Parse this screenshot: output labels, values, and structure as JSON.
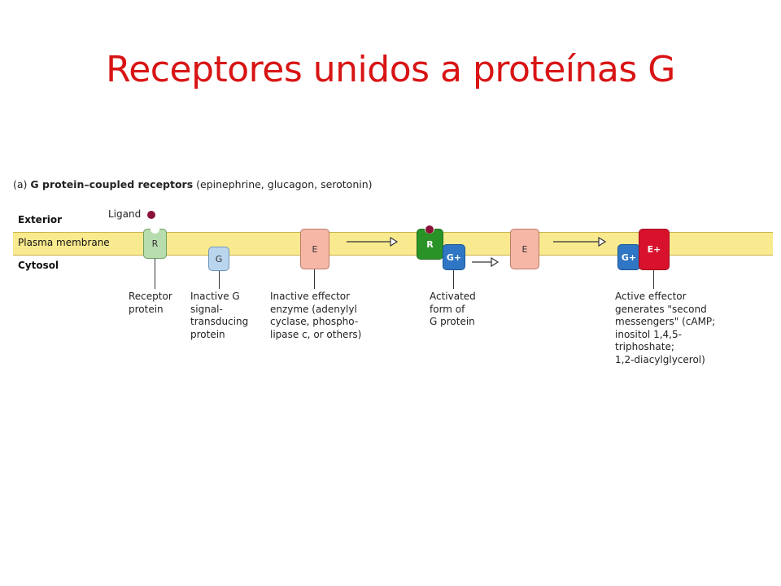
{
  "title": "Receptores unidos a proteínas G",
  "caption": {
    "panel": "(a)",
    "bold": "G protein–coupled receptors",
    "rest": "(epinephrine, glucagon, serotonin)"
  },
  "regions": {
    "exterior": "Exterior",
    "membrane": "Plasma membrane",
    "cytosol": "Cytosol"
  },
  "ligand_label": "Ligand",
  "boxes": {
    "receptor": "R",
    "g_inactive": "G",
    "effector_inactive": "E",
    "receptor_active": "R",
    "g_active": "G+",
    "effector_mid": "E",
    "g_active_2": "G+",
    "effector_active": "E+"
  },
  "labels": {
    "receptor": "Receptor\nprotein",
    "g_inactive": "Inactive G\nsignal-\ntransducing\nprotein",
    "effector_inactive": "Inactive effector\nenzyme (adenylyl\ncyclase, phospho-\nlipase c, or others)",
    "g_active": "Activated\nform of\nG protein",
    "effector_active": "Active effector\ngenerates \"second\nmessengers\" (cAMP;\ninositol 1,4,5-\ntriphoshate;\n1,2-diacylglycerol)"
  },
  "colors": {
    "title": "#d81414",
    "membrane": "#f9ea8f",
    "ligand": "#8a1238",
    "receptor_inactive": "#b7dcae",
    "g_inactive": "#bad6ee",
    "effector_inactive": "#f6b7a6",
    "receptor_active": "#2a9328",
    "g_active": "#2f76c4",
    "effector_active": "#d8122d"
  }
}
